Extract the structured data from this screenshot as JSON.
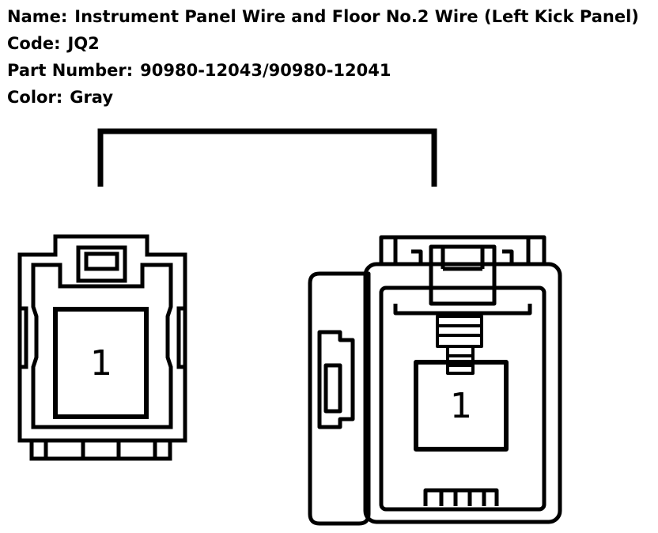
{
  "connector_info": {
    "name_label": "Name:",
    "name_value": "Instrument Panel Wire and Floor No.2 Wire (Left Kick Panel)",
    "code_label": "Code:",
    "code_value": "JQ2",
    "part_label": "Part Number:",
    "part_value": "90980-12043/90980-12041",
    "color_label": "Color:",
    "color_value": "Gray"
  },
  "diagram": {
    "left_connector_pin": "1",
    "right_connector_pin": "1"
  }
}
